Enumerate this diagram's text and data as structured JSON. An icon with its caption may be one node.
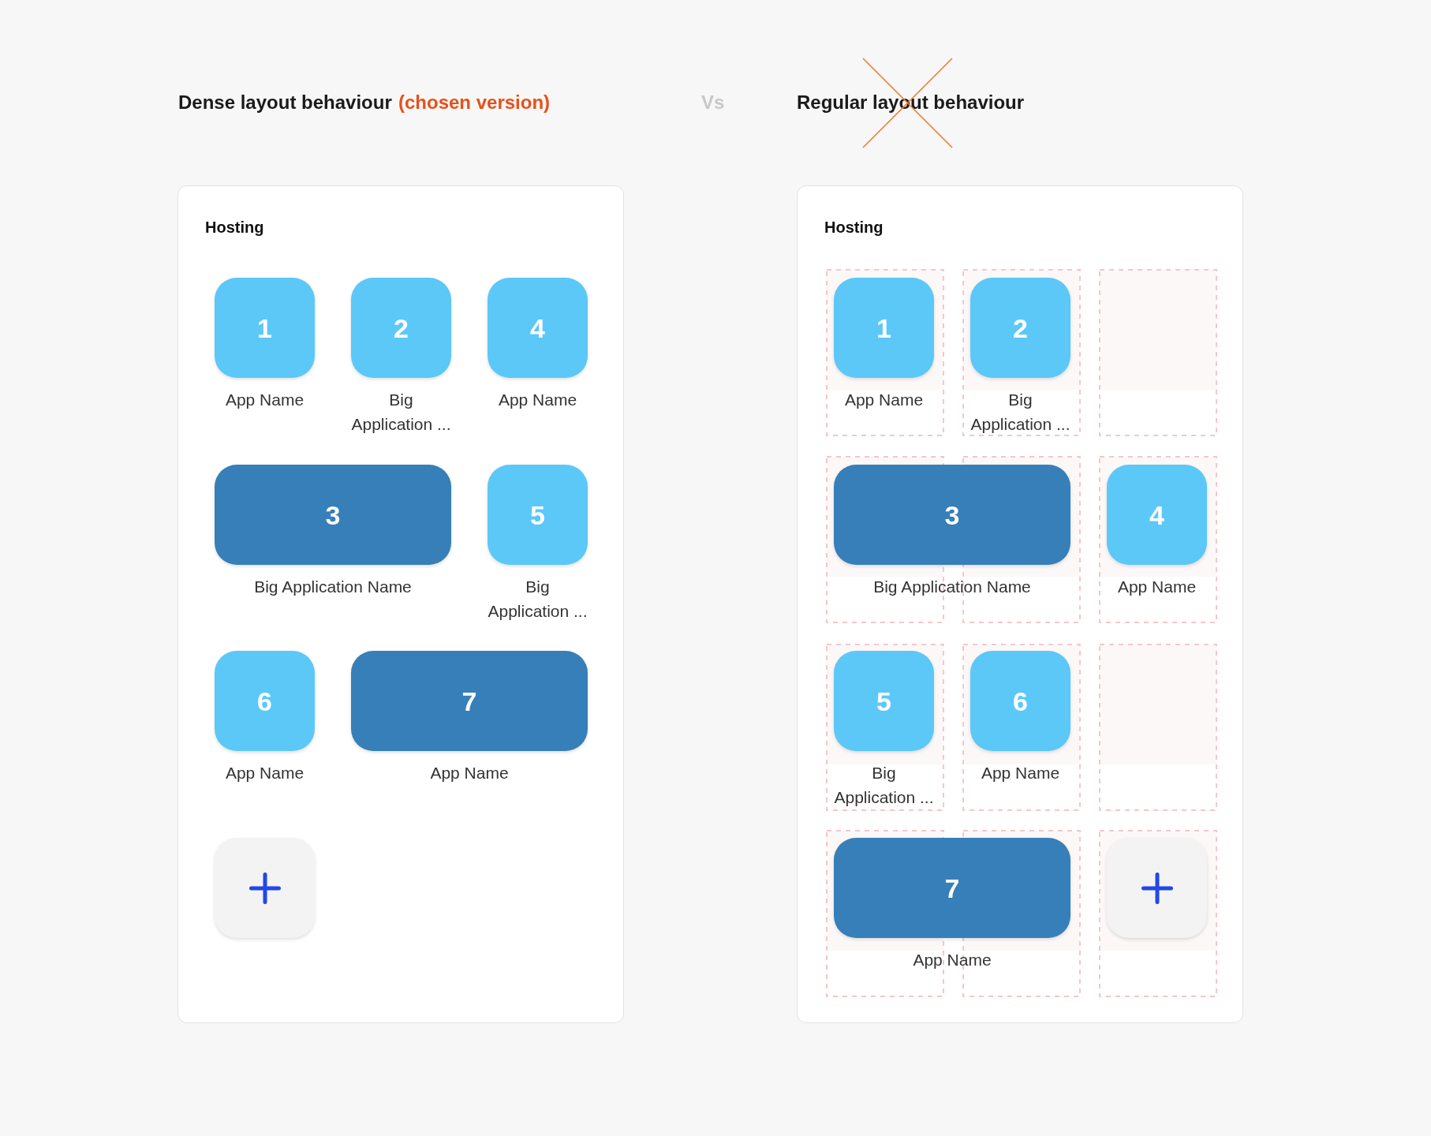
{
  "diagram": {
    "nodes": [
      {
        "text": [
          "Hosting"
        ]
      },
      {
        "text": [
          "1"
        ],
        "beside": [
          "App Name"
        ],
        "in": 0
      },
      {
        "text": [
          "2"
        ],
        "beside": [
          "Big Application ..."
        ],
        "in": 0
      },
      {
        "text": [
          "4"
        ],
        "beside": [
          "App Name"
        ],
        "in": 0
      },
      {
        "text": [
          "3"
        ],
        "beside": [
          "Big Application Name"
        ],
        "in": 0
      },
      {
        "text": [
          "5"
        ],
        "beside": [
          "Big Application ..."
        ],
        "in": 0
      },
      {
        "text": [
          "6"
        ],
        "beside": [
          "App Name"
        ],
        "in": 0
      },
      {
        "text": [
          "7"
        ],
        "beside": [
          "App Name"
        ],
        "in": 0
      },
      {
        "text": [],
        "shape": "box",
        "in": 0
      },
      {
        "text": [
          "Hosting"
        ]
      },
      {
        "text": [
          "1"
        ],
        "beside": [
          "App Name"
        ],
        "in": 9
      },
      {
        "text": [
          "2"
        ],
        "beside": [
          "Big Application ..."
        ],
        "in": 9
      },
      {
        "text": [
          "3"
        ],
        "beside": [
          "Big Application Name"
        ],
        "in": 9
      },
      {
        "text": [
          "4"
        ],
        "beside": [
          "App Name"
        ],
        "in": 9
      },
      {
        "text": [
          "5"
        ],
        "beside": [
          "Big Application ..."
        ],
        "in": 9
      },
      {
        "text": [
          "6"
        ],
        "beside": [
          "App Name"
        ],
        "in": 9
      },
      {
        "text": [
          "7"
        ],
        "beside": [
          "App Name"
        ],
        "in": 9
      },
      {
        "text": [],
        "shape": "box",
        "in": 9
      }
    ],
    "labels": [
      "Dense layout behaviour",
      "(chosen version)",
      "Vs",
      "Regular layout behaviour"
    ]
  }
}
